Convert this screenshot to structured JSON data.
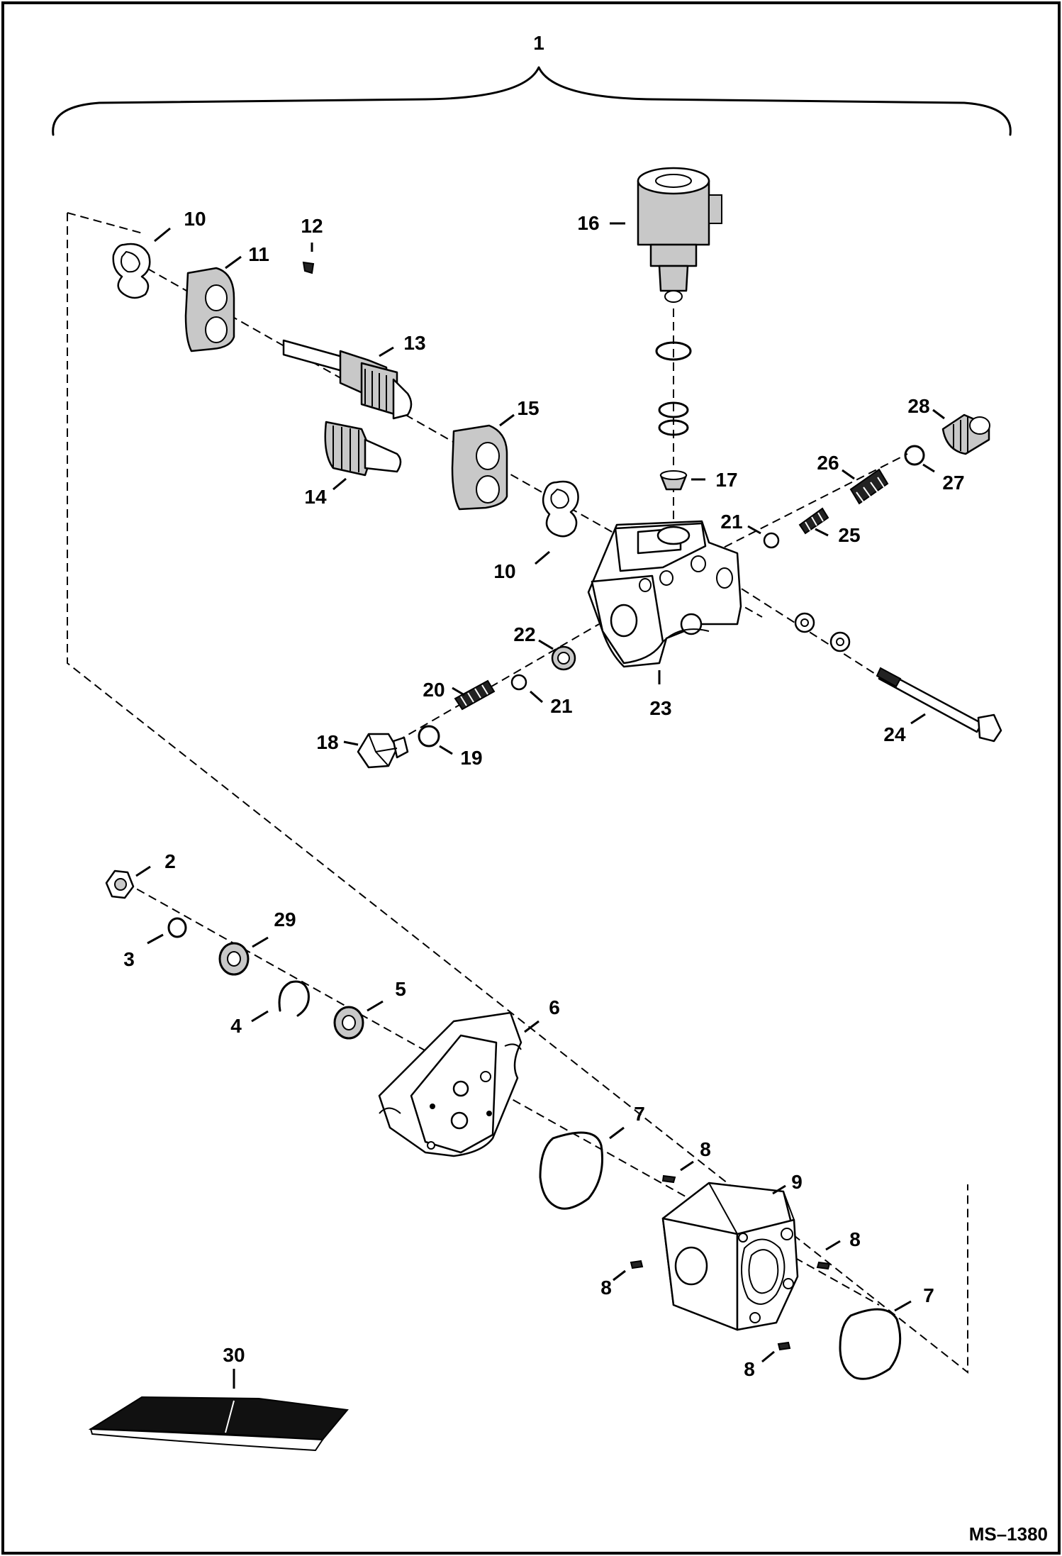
{
  "diagram": {
    "drawing_number": "MS–1380",
    "assembly_callout": "1",
    "callouts": {
      "c2": "2",
      "c3": "3",
      "c4": "4",
      "c5": "5",
      "c6": "6",
      "c7a": "7",
      "c7b": "7",
      "c8a": "8",
      "c8b": "8",
      "c8c": "8",
      "c8d": "8",
      "c9": "9",
      "c10a": "10",
      "c10b": "10",
      "c11": "11",
      "c12": "12",
      "c13": "13",
      "c14": "14",
      "c15": "15",
      "c16": "16",
      "c17": "17",
      "c18": "18",
      "c19": "19",
      "c20": "20",
      "c21a": "21",
      "c21b": "21",
      "c22": "22",
      "c23": "23",
      "c24": "24",
      "c25": "25",
      "c26": "26",
      "c27": "27",
      "c28": "28",
      "c29": "29",
      "c30": "30"
    }
  }
}
